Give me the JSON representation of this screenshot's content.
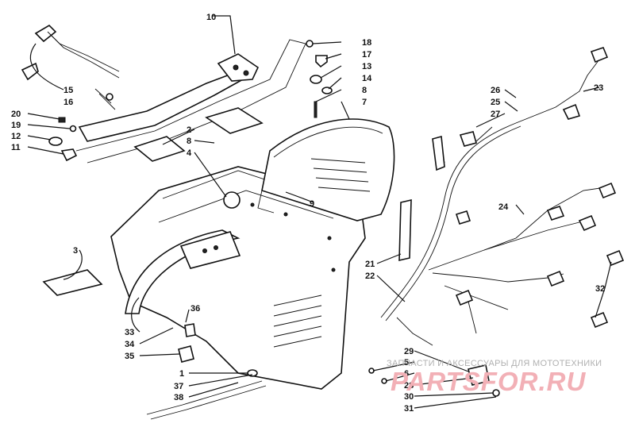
{
  "diagram": {
    "callouts": [
      {
        "id": "c10",
        "label": "10"
      },
      {
        "id": "c18",
        "label": "18"
      },
      {
        "id": "c17",
        "label": "17"
      },
      {
        "id": "c13",
        "label": "13"
      },
      {
        "id": "c14",
        "label": "14"
      },
      {
        "id": "c8a",
        "label": "8"
      },
      {
        "id": "c7",
        "label": "7"
      },
      {
        "id": "c15",
        "label": "15"
      },
      {
        "id": "c16",
        "label": "16"
      },
      {
        "id": "c20",
        "label": "20"
      },
      {
        "id": "c19",
        "label": "19"
      },
      {
        "id": "c12",
        "label": "12"
      },
      {
        "id": "c11",
        "label": "11"
      },
      {
        "id": "c2",
        "label": "2"
      },
      {
        "id": "c8b",
        "label": "8"
      },
      {
        "id": "c4",
        "label": "4"
      },
      {
        "id": "c9",
        "label": "9"
      },
      {
        "id": "c26",
        "label": "26"
      },
      {
        "id": "c25",
        "label": "25"
      },
      {
        "id": "c27",
        "label": "27"
      },
      {
        "id": "c23",
        "label": "23"
      },
      {
        "id": "c24",
        "label": "24"
      },
      {
        "id": "c3",
        "label": "3"
      },
      {
        "id": "c21",
        "label": "21"
      },
      {
        "id": "c22",
        "label": "22"
      },
      {
        "id": "c32",
        "label": "32"
      },
      {
        "id": "c36",
        "label": "36"
      },
      {
        "id": "c33",
        "label": "33"
      },
      {
        "id": "c34",
        "label": "34"
      },
      {
        "id": "c35",
        "label": "35"
      },
      {
        "id": "c1",
        "label": "1"
      },
      {
        "id": "c37",
        "label": "37"
      },
      {
        "id": "c38",
        "label": "38"
      },
      {
        "id": "c29",
        "label": "29"
      },
      {
        "id": "c5",
        "label": "5"
      },
      {
        "id": "c6",
        "label": "6"
      },
      {
        "id": "c28",
        "label": "28"
      },
      {
        "id": "c30",
        "label": "30"
      },
      {
        "id": "c31",
        "label": "31"
      }
    ]
  },
  "watermark": {
    "caption": "ЗАПЧАСТИ И АКСЕССУАРЫ ДЛЯ МОТОТЕХНИКИ",
    "logo": "PARTSFOR.RU"
  }
}
